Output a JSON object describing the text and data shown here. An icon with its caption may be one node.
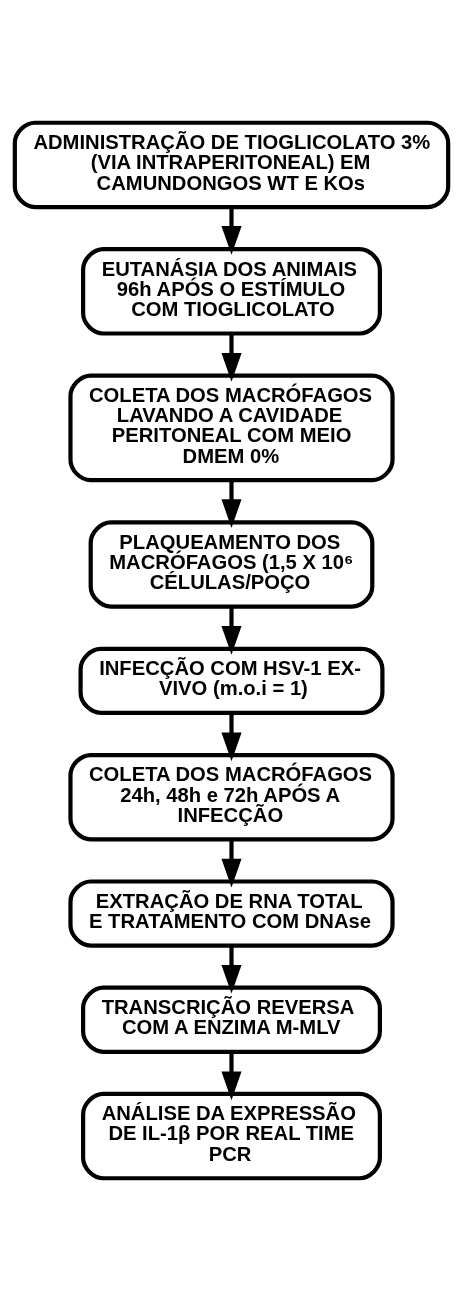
{
  "diagram": {
    "nodes": [
      {
        "text": [
          "ADMINISTRAÇÃO DE TIOGLICOLATO 3% (VIA INTRAPERITONEAL) EM CAMUNDONGOS WT E KOs"
        ]
      },
      {
        "text": [
          "EUTANÁSIA DOS ANIMAIS 96h APÓS O ESTÍMULO COM TIOGLICOLATO"
        ]
      },
      {
        "text": [
          "COLETA DOS MACRÓFAGOS LAVANDO A CAVIDADE PERITONEAL COM MEIO DMEM 0%"
        ]
      },
      {
        "text": [
          "PLAQUEAMENTO DOS MACRÓFAGOS (1,5 X 10⁶ CÉLULAS/POÇO"
        ]
      },
      {
        "text": [
          "INFECÇÃO COM HSV-1 EX-VIVO (m.o.i = 1)"
        ]
      },
      {
        "text": [
          "COLETA DOS MACRÓFAGOS 24h, 48h e 72h APÓS A INFECÇÃO"
        ]
      },
      {
        "text": [
          "EXTRAÇÃO DE RNA TOTAL E TRATAMENTO COM DNAse"
        ]
      },
      {
        "text": [
          "TRANSCRIÇÃO REVERSA COM A ENZIMA M-MLV"
        ]
      },
      {
        "text": [
          "ANÁLISE DA EXPRESSÃO DE IL-1β POR REAL TIME PCR"
        ]
      }
    ],
    "edges": [
      {
        "from": 0,
        "to": 1,
        "arrow": "to"
      },
      {
        "from": 1,
        "to": 2,
        "arrow": "to"
      },
      {
        "from": 2,
        "to": 3,
        "arrow": "to"
      },
      {
        "from": 3,
        "to": 4,
        "arrow": "to"
      },
      {
        "from": 4,
        "to": 5,
        "arrow": "to"
      },
      {
        "from": 5,
        "to": 6,
        "arrow": "to"
      },
      {
        "from": 6,
        "to": 7,
        "arrow": "to"
      },
      {
        "from": 7,
        "to": 8,
        "arrow": "to"
      }
    ]
  }
}
